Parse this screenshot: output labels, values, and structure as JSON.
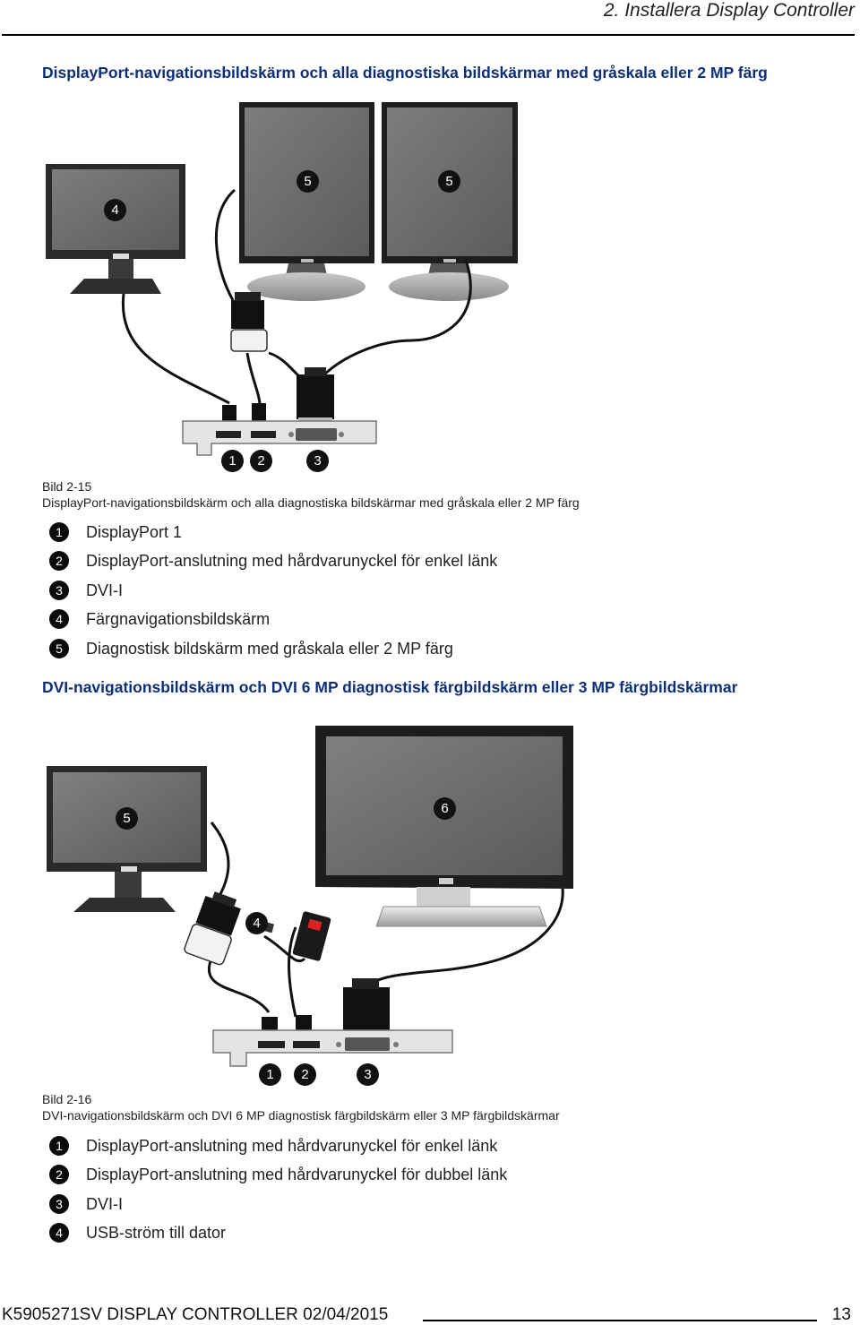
{
  "header": {
    "chapter_title": "2.  Installera Display Controller"
  },
  "section1": {
    "heading": "DisplayPort-navigationsbildskärm och alla diagnostiska bildskärmar med gråskala eller 2 MP färg",
    "callouts": [
      "4",
      "5",
      "5",
      "1",
      "2",
      "3"
    ],
    "caption_id": "Bild 2-15",
    "caption_text": "DisplayPort-navigationsbildskärm och alla diagnostiska bildskärmar med gråskala eller 2 MP färg",
    "legend": [
      {
        "num": "1",
        "text": "DisplayPort 1"
      },
      {
        "num": "2",
        "text": "DisplayPort-anslutning med hårdvarunyckel för enkel länk"
      },
      {
        "num": "3",
        "text": "DVI-I"
      },
      {
        "num": "4",
        "text": "Färgnavigationsbildskärm"
      },
      {
        "num": "5",
        "text": "Diagnostisk bildskärm med gråskala eller 2 MP färg"
      }
    ]
  },
  "section2": {
    "heading": "DVI-navigationsbildskärm och DVI 6 MP diagnostisk färgbildskärm eller 3 MP färgbildskärmar",
    "callouts": [
      "5",
      "6",
      "4",
      "1",
      "2",
      "3"
    ],
    "caption_id": "Bild 2-16",
    "caption_text": "DVI-navigationsbildskärm och DVI 6 MP diagnostisk färgbildskärm eller 3 MP färgbildskärmar",
    "legend": [
      {
        "num": "1",
        "text": "DisplayPort-anslutning med hårdvarunyckel för enkel länk"
      },
      {
        "num": "2",
        "text": "DisplayPort-anslutning med hårdvarunyckel för dubbel länk"
      },
      {
        "num": "3",
        "text": "DVI-I"
      },
      {
        "num": "4",
        "text": "USB-ström till dator"
      }
    ]
  },
  "footer": {
    "doc_info": "K5905271SV  DISPLAY CONTROLLER  02/04/2015",
    "page_number": "13"
  }
}
